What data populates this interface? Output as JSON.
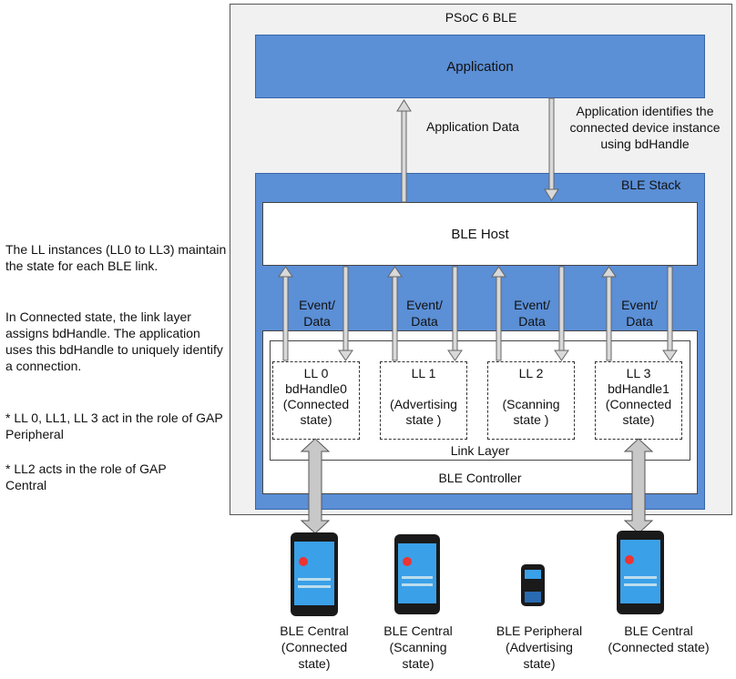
{
  "title": "PSoC 6 BLE",
  "application": "Application",
  "application_data_label": "Application Data",
  "app_identifies_label": [
    "Application identifies the",
    "connected device instance",
    "using bdHandle"
  ],
  "ble_stack_label": "BLE Stack",
  "ble_host_label": "BLE Host",
  "event_data_label": [
    "Event/",
    "Data"
  ],
  "link_layer_label": "Link Layer",
  "ble_controller_label": "BLE Controller",
  "ll_instances": [
    {
      "name": "LL 0",
      "lines": [
        "bdHandle0",
        "(Connected",
        "state)"
      ]
    },
    {
      "name": "LL 1",
      "lines": [
        "",
        "(Advertising",
        "state )"
      ]
    },
    {
      "name": "LL 2",
      "lines": [
        "",
        "(Scanning",
        "state )"
      ]
    },
    {
      "name": "LL 3",
      "lines": [
        "bdHandle1",
        "(Connected",
        "state)"
      ]
    }
  ],
  "side_notes": [
    "The LL instances (LL0 to LL3) maintain the state for each BLE link.",
    "In Connected state, the link layer assigns bdHandle. The application uses this bdHandle to uniquely identify a connection.",
    "* LL 0, LL1, LL 3 act in the role of GAP Peripheral",
    "* LL2 acts in the role of GAP Central"
  ],
  "devices": [
    {
      "label": [
        "BLE Central",
        "(Connected",
        "state)"
      ],
      "type": "phone"
    },
    {
      "label": [
        "BLE Central",
        "(Scanning",
        "state)"
      ],
      "type": "phone"
    },
    {
      "label": [
        "BLE Peripheral",
        "(Advertising",
        "state)"
      ],
      "type": "wearable"
    },
    {
      "label": [
        "BLE Central",
        "(Connected state)"
      ],
      "type": "phone"
    }
  ],
  "colors": {
    "stack_blue": "#5b8fd6",
    "panel_gray": "#f1f1f1",
    "arrow_gray": "#c8c8c8"
  }
}
